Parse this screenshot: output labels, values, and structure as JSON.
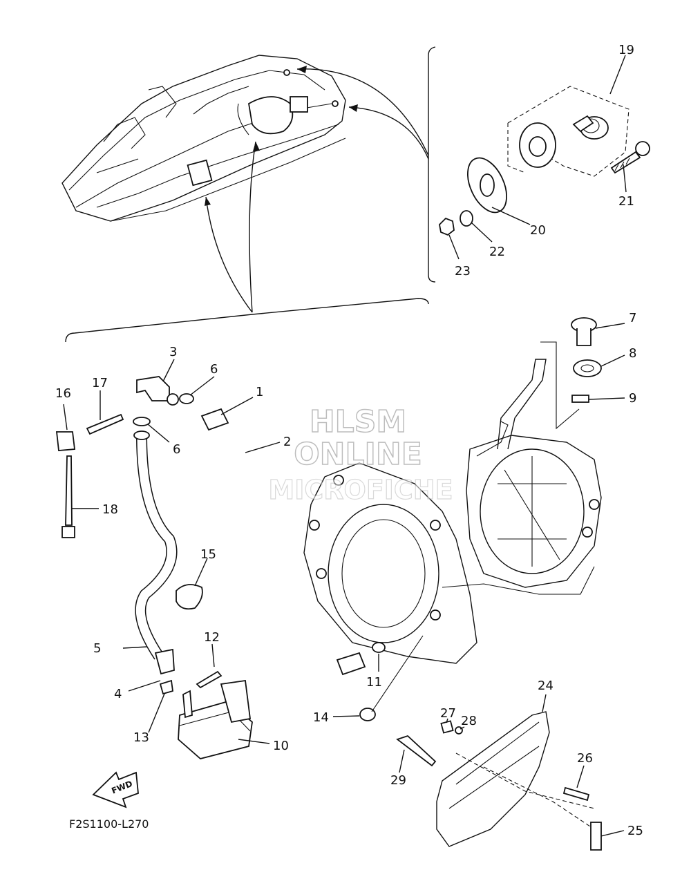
{
  "watermark": {
    "line1": "HLSM",
    "line2": "ONLINE",
    "line3": "MICROFICHE"
  },
  "diagram_code": "F2S1100-L270",
  "fwd_badge": "FWD",
  "callouts": [
    {
      "id": "c1",
      "label": "1"
    },
    {
      "id": "c2",
      "label": "2"
    },
    {
      "id": "c3",
      "label": "3"
    },
    {
      "id": "c4",
      "label": "4"
    },
    {
      "id": "c5",
      "label": "5"
    },
    {
      "id": "c6a",
      "label": "6"
    },
    {
      "id": "c6b",
      "label": "6"
    },
    {
      "id": "c7",
      "label": "7"
    },
    {
      "id": "c8",
      "label": "8"
    },
    {
      "id": "c9",
      "label": "9"
    },
    {
      "id": "c10",
      "label": "10"
    },
    {
      "id": "c11",
      "label": "11"
    },
    {
      "id": "c12",
      "label": "12"
    },
    {
      "id": "c13",
      "label": "13"
    },
    {
      "id": "c14",
      "label": "14"
    },
    {
      "id": "c15",
      "label": "15"
    },
    {
      "id": "c16",
      "label": "16"
    },
    {
      "id": "c17",
      "label": "17"
    },
    {
      "id": "c18",
      "label": "18"
    },
    {
      "id": "c19",
      "label": "19"
    },
    {
      "id": "c20",
      "label": "20"
    },
    {
      "id": "c21",
      "label": "21"
    },
    {
      "id": "c22",
      "label": "22"
    },
    {
      "id": "c23",
      "label": "23"
    },
    {
      "id": "c24",
      "label": "24"
    },
    {
      "id": "c25",
      "label": "25"
    },
    {
      "id": "c26",
      "label": "26"
    },
    {
      "id": "c27",
      "label": "27"
    },
    {
      "id": "c28",
      "label": "28"
    },
    {
      "id": "c29",
      "label": "29"
    }
  ]
}
